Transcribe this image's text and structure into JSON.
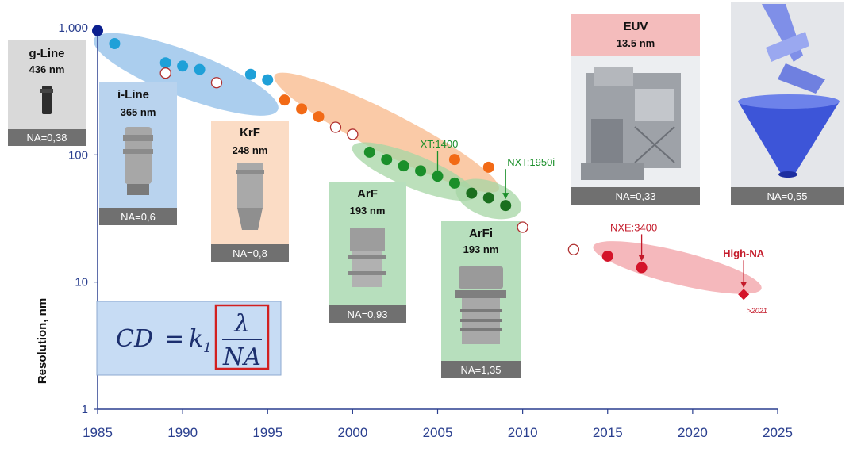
{
  "chart_data": {
    "type": "scatter",
    "title": "",
    "xlabel": "",
    "ylabel": "Resolution, nm",
    "xlim": [
      1985,
      2025
    ],
    "ylim": [
      1,
      1000
    ],
    "yscale": "log",
    "x_ticks": [
      "1985",
      "1990",
      "1995",
      "2000",
      "2005",
      "2010",
      "2015",
      "2020",
      "2025"
    ],
    "y_ticks": [
      {
        "value": 1000,
        "label": "1,000"
      },
      {
        "value": 100,
        "label": "100"
      },
      {
        "value": 10,
        "label": "10"
      },
      {
        "value": 1,
        "label": "1"
      }
    ],
    "series": [
      {
        "key": "gline",
        "color": "#0b1f8f",
        "marker": "circle",
        "points": [
          [
            1985,
            950
          ]
        ]
      },
      {
        "key": "iline",
        "color": "#1fa0d8",
        "marker": "circle",
        "points": [
          [
            1986,
            750
          ],
          [
            1989,
            530
          ],
          [
            1990,
            500
          ],
          [
            1991,
            470
          ],
          [
            1994,
            430
          ],
          [
            1995,
            390
          ]
        ]
      },
      {
        "key": "krf",
        "color": "#f26a16",
        "marker": "circle",
        "points": [
          [
            1996,
            270
          ],
          [
            1997,
            230
          ],
          [
            1998,
            200
          ],
          [
            2006,
            92
          ],
          [
            2008,
            80
          ]
        ]
      },
      {
        "key": "arf",
        "color": "#1a8f2a",
        "marker": "circle",
        "points": [
          [
            2001,
            105
          ],
          [
            2002,
            92
          ],
          [
            2003,
            82
          ],
          [
            2004,
            75
          ],
          [
            2005,
            68
          ],
          [
            2006,
            60
          ]
        ]
      },
      {
        "key": "arfi",
        "color": "#1a6f1e",
        "marker": "circle",
        "points": [
          [
            2007,
            50
          ],
          [
            2008,
            46
          ],
          [
            2009,
            40
          ]
        ]
      },
      {
        "key": "euv",
        "color": "#d4142a",
        "marker": "circle",
        "points": [
          [
            2015,
            16
          ],
          [
            2017,
            13
          ]
        ]
      },
      {
        "key": "highna",
        "color": "#d4142a",
        "marker": "diamond",
        "points": [
          [
            2023,
            8
          ]
        ]
      },
      {
        "key": "hollow",
        "color": "#b03030",
        "marker": "hollow",
        "points": [
          [
            1989,
            440
          ],
          [
            1992,
            370
          ],
          [
            1999,
            165
          ],
          [
            2000,
            145
          ],
          [
            2010,
            27
          ],
          [
            2013,
            18
          ]
        ]
      }
    ],
    "ellipses": [
      {
        "key": "iline",
        "color": "#8fbde8",
        "cx": 1990.2,
        "cy": 430,
        "rx_years": 5.8,
        "tilt": 21,
        "thickness": 0.18
      },
      {
        "key": "krf",
        "color": "#f8b889",
        "cx": 2002,
        "cy": 150,
        "rx_years": 7.4,
        "tilt": 27,
        "thickness": 0.16
      },
      {
        "key": "arf",
        "color": "#a6d6a4",
        "cx": 2003.6,
        "cy": 74,
        "rx_years": 3.9,
        "tilt": 22,
        "thickness": 0.13
      },
      {
        "key": "arfi",
        "color": "#a6d6a4",
        "cx": 2008,
        "cy": 45,
        "rx_years": 2,
        "tilt": 19,
        "thickness": 0.14
      },
      {
        "key": "euv",
        "color": "#f2a0a6",
        "cx": 2019.1,
        "cy": 13,
        "rx_years": 5.1,
        "tilt": 14,
        "thickness": 0.13
      }
    ],
    "annotations": [
      {
        "text": "XT:1400",
        "x": 2005,
        "y": 60,
        "color": "#1a8f2a"
      },
      {
        "text": "NXT:1950i",
        "x": 2009,
        "y": 40,
        "color": "#1a8f2a"
      },
      {
        "text": "NXE:3400",
        "x": 2017,
        "y": 13,
        "color": "#c41a2a"
      },
      {
        "text": "High-NA",
        "x": 2023,
        "y": 8,
        "color": "#c41a2a"
      },
      {
        "text": ">2021",
        "x": 2023,
        "y": 8,
        "color": "#c41a2a"
      }
    ]
  },
  "cards": [
    {
      "key": "gline",
      "title": "g-Line",
      "sub": "436 nm",
      "na": "NA=0,38",
      "bg": "#d9d9d9"
    },
    {
      "key": "iline",
      "title": "i-Line",
      "sub": "365 nm",
      "na": "NA=0,6",
      "bg": "#b9d3ee"
    },
    {
      "key": "krf",
      "title": "KrF",
      "sub": "248 nm",
      "na": "NA=0,8",
      "bg": "#fbdcc5"
    },
    {
      "key": "arf",
      "title": "ArF",
      "sub": "193 nm",
      "na": "NA=0,93",
      "bg": "#b7dfbd"
    },
    {
      "key": "arfi",
      "title": "ArFi",
      "sub": "193 nm",
      "na": "NA=1,35",
      "bg": "#b7dfbd"
    },
    {
      "key": "euv",
      "title": "EUV",
      "sub": "13.5 nm",
      "na": "NA=0,33",
      "bg": "#f4bcbc"
    },
    {
      "key": "highna",
      "title": "",
      "sub": "",
      "na": "NA=0,55",
      "bg": "#e4e6ea"
    }
  ],
  "formula": {
    "lhs": "CD",
    "k": "k",
    "k_sub": "1",
    "numerator": "λ",
    "denominator": "NA"
  },
  "colors": {
    "axis": "#2a3f8f",
    "na_bar": "#707070",
    "formula_bg": "#c7dcf4",
    "formula_box": "#d22020"
  }
}
